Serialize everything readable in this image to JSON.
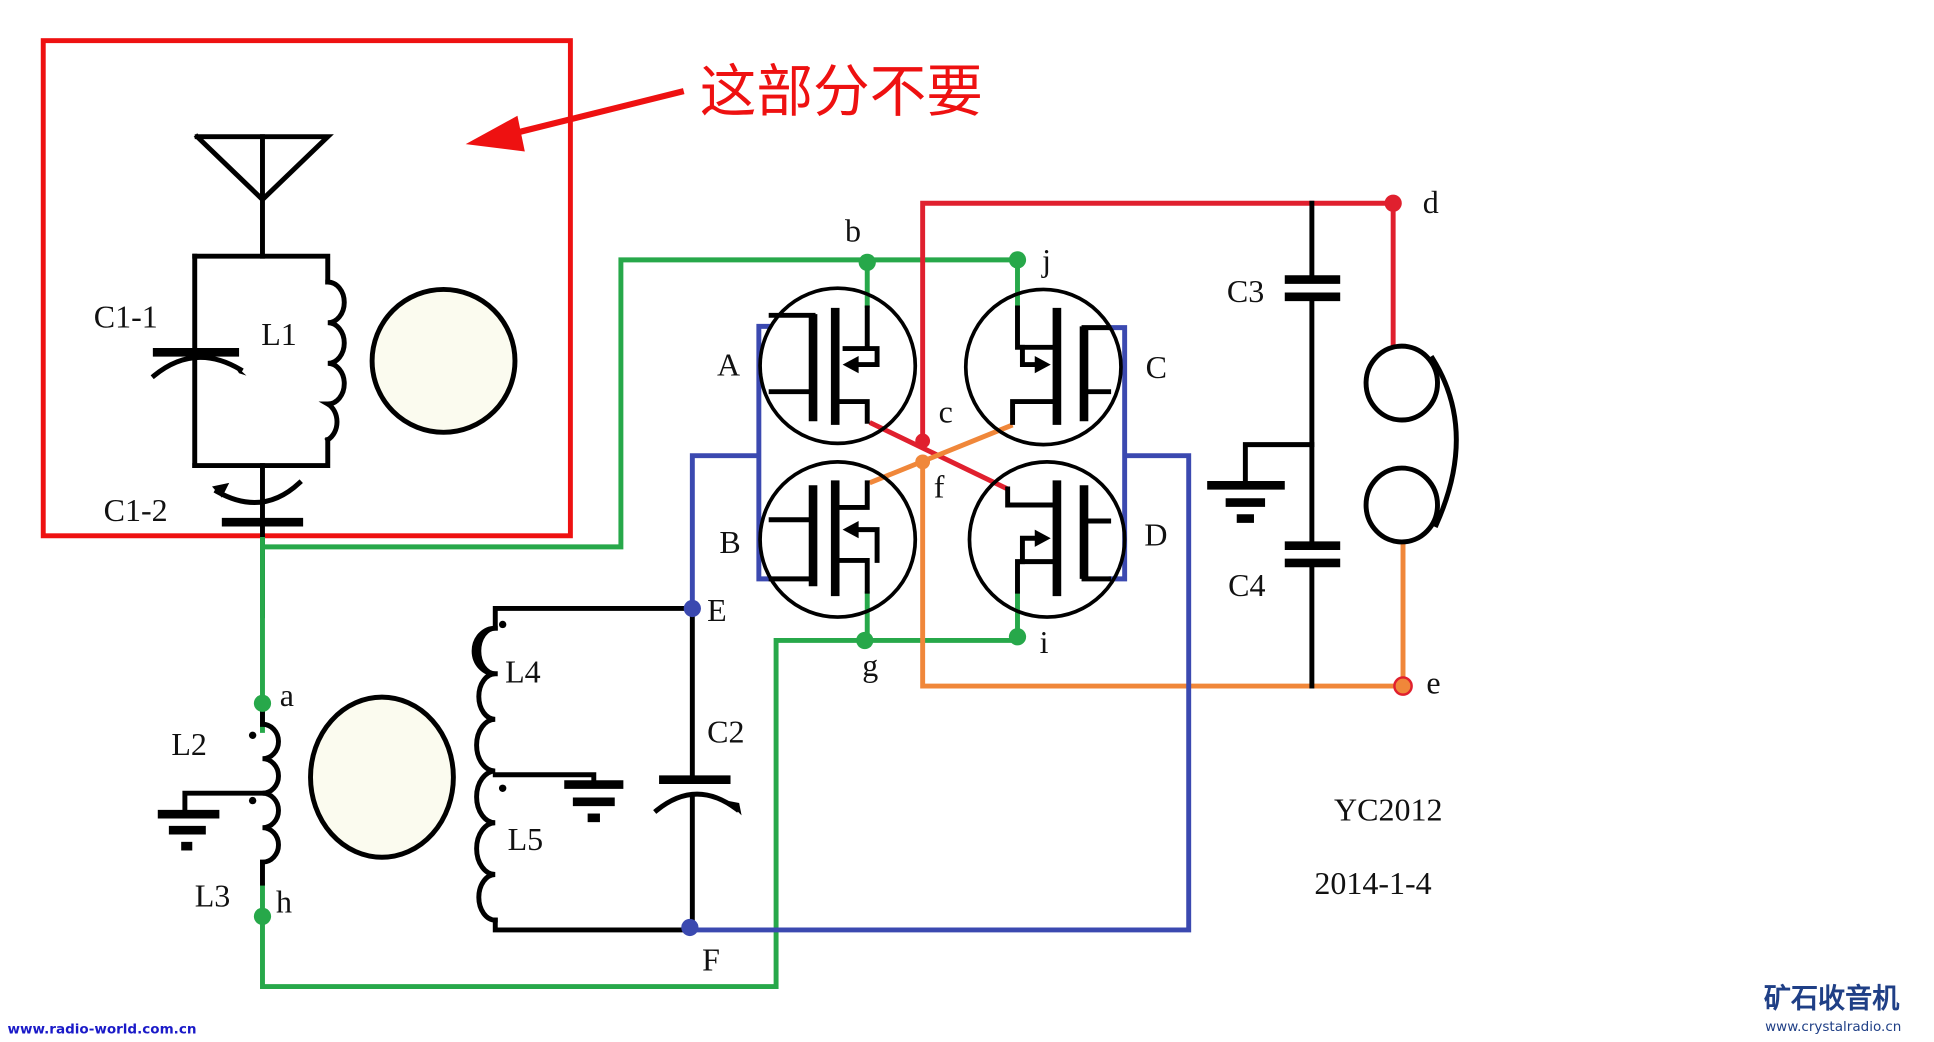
{
  "annotation": {
    "text": "这部分不要"
  },
  "labels": {
    "C1_1": "C1-1",
    "L1": "L1",
    "C1_2": "C1-2",
    "L2": "L2",
    "L3": "L3",
    "L4": "L4",
    "L5": "L5",
    "C2": "C2",
    "C3": "C3",
    "C4": "C4",
    "A": "A",
    "B": "B",
    "C": "C",
    "D": "D",
    "E": "E",
    "F": "F",
    "a": "a",
    "b": "b",
    "c": "c",
    "d": "d",
    "e": "e",
    "f": "f",
    "g": "g",
    "h": "h",
    "i": "i",
    "j": "j"
  },
  "info": {
    "model": "YC2012",
    "date": "2014-1-4"
  },
  "watermarks": {
    "left": "www.radio-world.com.cn",
    "right_title": "矿石收音机",
    "right_url": "www.crystalradio.cn"
  },
  "colors": {
    "red_wire": "#e0202e",
    "green_wire": "#27a84a",
    "blue_wire": "#3b49b0",
    "orange_wire": "#f0873a",
    "exclude_box": "#ee1111"
  }
}
